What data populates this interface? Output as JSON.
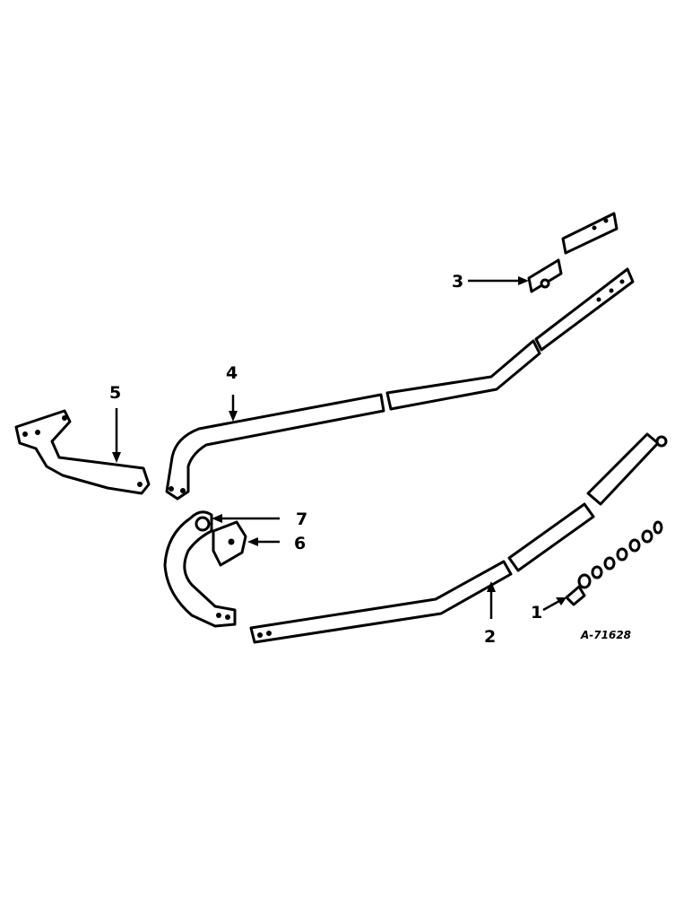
{
  "figure": {
    "reference": "A-71628",
    "callouts": [
      {
        "id": "1",
        "label": "1"
      },
      {
        "id": "2",
        "label": "2"
      },
      {
        "id": "3",
        "label": "3"
      },
      {
        "id": "4",
        "label": "4"
      },
      {
        "id": "5",
        "label": "5"
      },
      {
        "id": "6",
        "label": "6"
      },
      {
        "id": "7",
        "label": "7"
      }
    ]
  },
  "colors": {
    "ink": "#000000",
    "paper": "#ffffff"
  }
}
